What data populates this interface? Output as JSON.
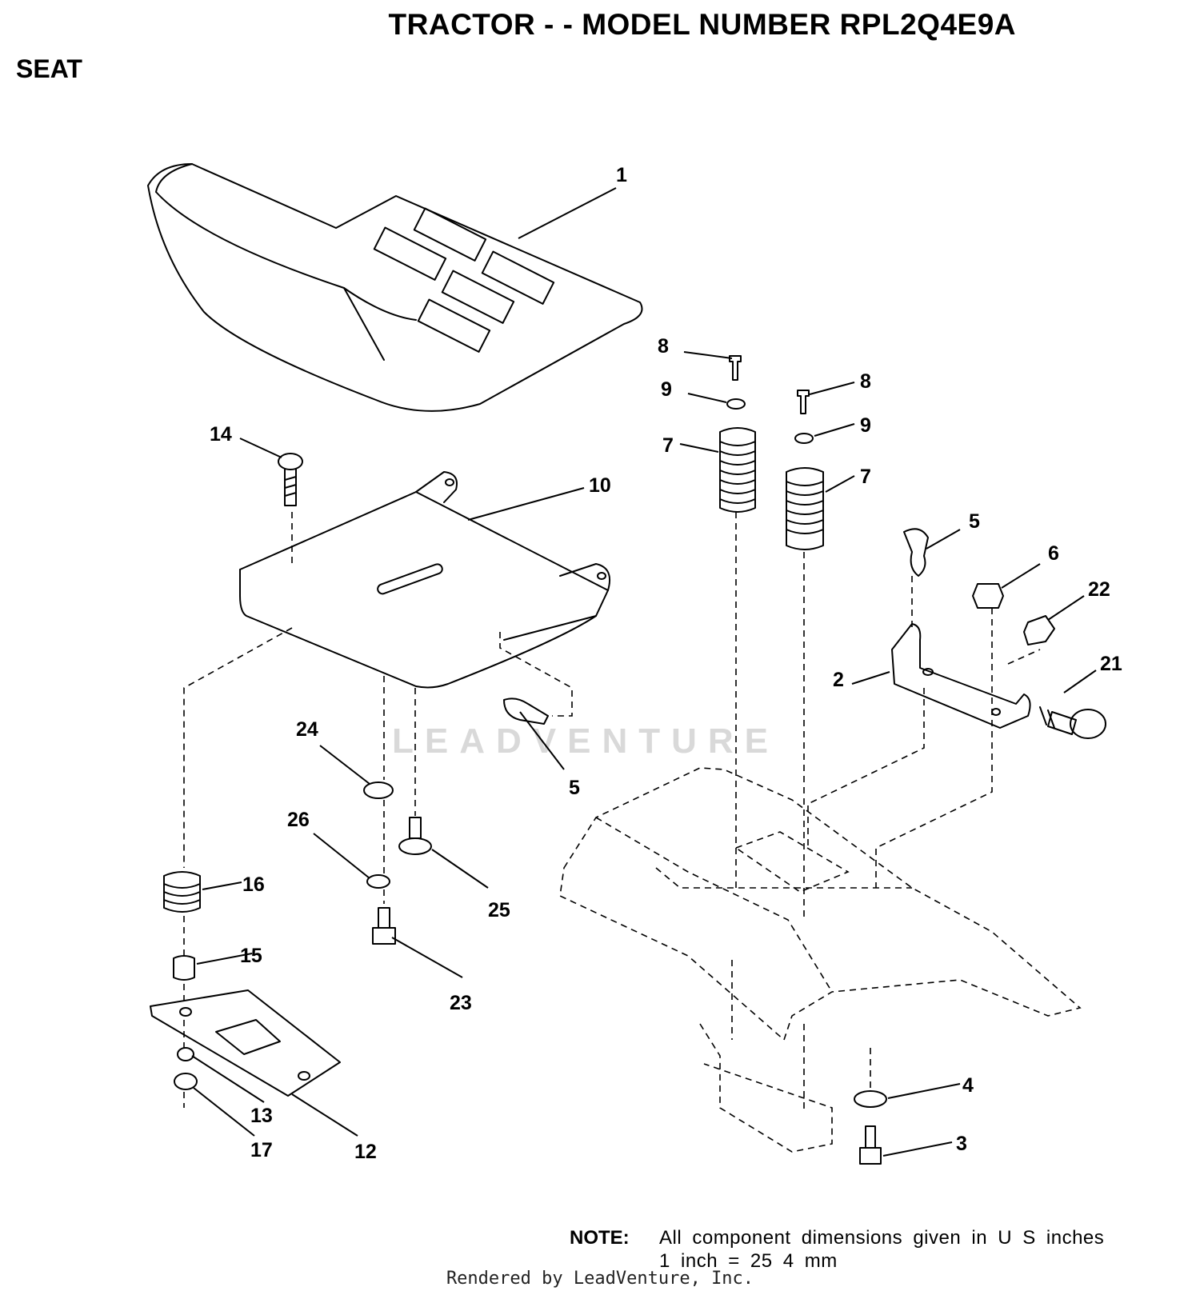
{
  "header": {
    "title": "TRACTOR - - MODEL NUMBER RPL2Q4E9A",
    "section": "SEAT"
  },
  "callouts": [
    "1",
    "2",
    "3",
    "4",
    "5",
    "5",
    "6",
    "7",
    "7",
    "8",
    "8",
    "9",
    "9",
    "10",
    "12",
    "13",
    "14",
    "15",
    "16",
    "17",
    "21",
    "22",
    "23",
    "24",
    "25",
    "26"
  ],
  "note": {
    "label": "NOTE:",
    "line1": "All component dimensions given in U S  inches",
    "line2": "1 inch = 25 4 mm"
  },
  "footer": "Rendered by LeadVenture, Inc.",
  "watermark": "LEADVENTURE"
}
